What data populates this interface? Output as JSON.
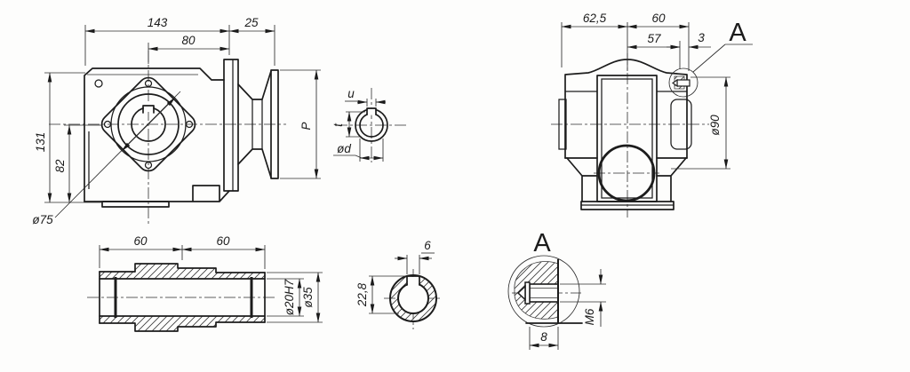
{
  "drawing": {
    "front_view": {
      "dim_width_total": "143",
      "dim_width_center_to_flange": "80",
      "dim_ext": "25",
      "dim_height_total": "131",
      "dim_height_center_to_base": "82",
      "dim_bolt_circle": "ø75",
      "dim_flange_height": "P"
    },
    "shaft_end_view": {
      "dim_key_width": "u",
      "dim_key_depth": "t",
      "dim_shaft_dia": "ød"
    },
    "side_view": {
      "dim_left_of_axis": "62,5",
      "dim_right_of_axis": "60",
      "dim_to_screw": "57",
      "dim_screw_offset": "3",
      "dim_boss_dia": "ø90",
      "detail_ref": "A"
    },
    "hollow_shaft_view": {
      "dim_left_half": "60",
      "dim_right_half": "60",
      "dim_bore": "ø20H7",
      "dim_outer": "ø35"
    },
    "bore_section_view": {
      "dim_key_width": "6",
      "dim_key_depth": "22,8"
    },
    "detail_a_view": {
      "title": "A",
      "dim_thread": "M6",
      "dim_thread_length": "8"
    }
  }
}
